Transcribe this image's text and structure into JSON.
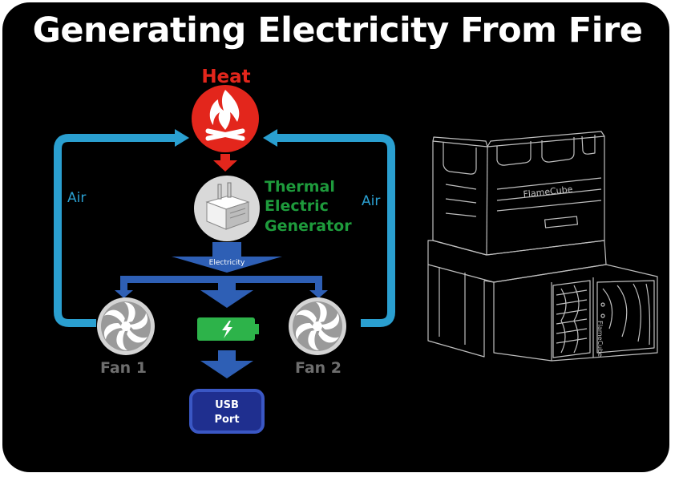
{
  "title": "Generating Electricity From Fire",
  "labels": {
    "heat": "Heat",
    "generator_line1": "Thermal",
    "generator_line2": "Electric",
    "generator_line3": "Generator",
    "air_left": "Air",
    "air_right": "Air",
    "electricity": "Electricity",
    "fan1": "Fan 1",
    "fan2": "Fan 2",
    "usb_line1": "USB",
    "usb_line2": "Port",
    "product_brand": "FlameCube",
    "product_brand_side": "FlameCube"
  },
  "colors": {
    "background": "#000000",
    "heat": "#e3261c",
    "generator": "#1e9b3c",
    "air": "#2a9fd0",
    "flow": "#2e5fb5",
    "fan_gray": "#6e6e6e",
    "usb_fill": "#1f2f8f",
    "battery": "#2db34a"
  },
  "icons": [
    "fire-icon",
    "generator-icon",
    "fan-icon",
    "battery-charging-icon",
    "usb-port-icon"
  ]
}
